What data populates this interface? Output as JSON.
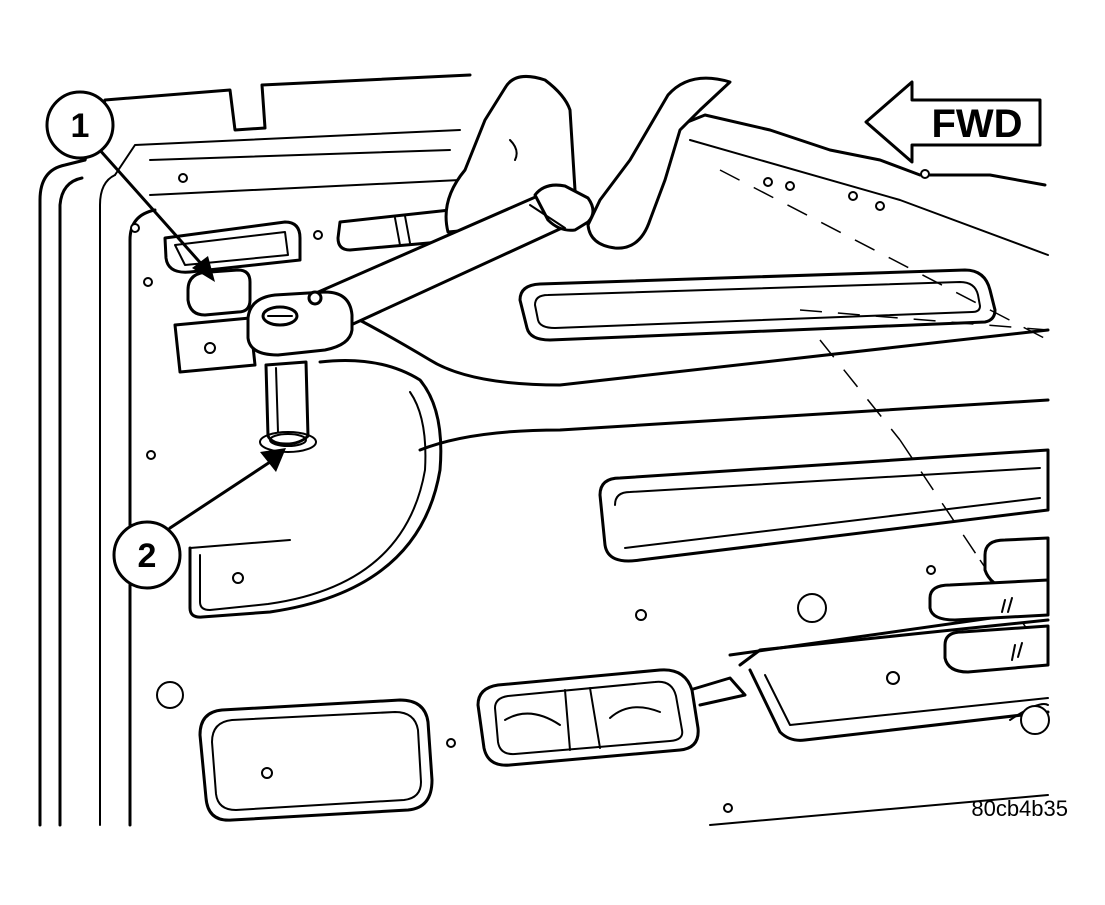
{
  "callouts": [
    {
      "number": "1"
    },
    {
      "number": "2"
    }
  ],
  "direction_arrow": {
    "label": "FWD"
  },
  "figure_id": "80cb4b35",
  "colors": {
    "line": "#000000",
    "background": "#ffffff"
  }
}
